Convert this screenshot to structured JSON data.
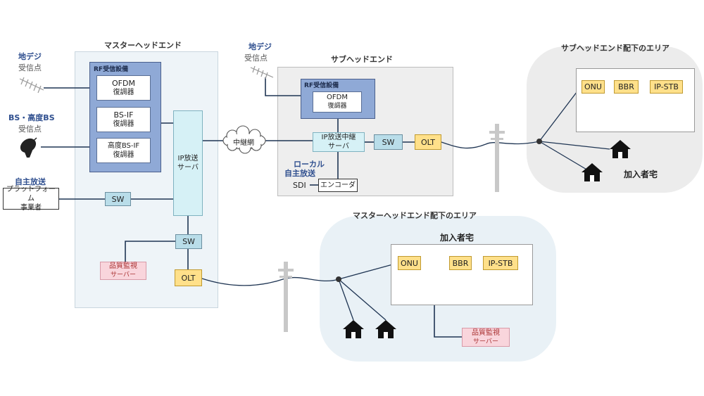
{
  "master": {
    "title": "マスターヘッドエンド",
    "rf_label": "RF受信設備",
    "ofdm": [
      "OFDM",
      "復調器"
    ],
    "bsif": [
      "BS-IF",
      "復調器"
    ],
    "advbsif": [
      "高度BS-IF",
      "復調器"
    ],
    "ip_server": [
      "IP放送",
      "サーバ"
    ],
    "sw": "SW",
    "sw2": "SW",
    "olt": "OLT",
    "monitor": [
      "品質監視",
      "サーバー"
    ]
  },
  "sources": {
    "terrestrial_label": "地デジ",
    "terrestrial_sub": "受信点",
    "bs_label": "BS・高度BS",
    "bs_sub": "受信点",
    "own_label": "自主放送",
    "platform": [
      "プラットフォーム",
      "事業者"
    ]
  },
  "relay_net": "中継網",
  "sub": {
    "title": "サブヘッドエンド",
    "terrestrial_label": "地デジ",
    "terrestrial_sub": "受信点",
    "rf_label": "RF受信設備",
    "ofdm": [
      "OFDM",
      "復調器"
    ],
    "relay_server": [
      "IP放送中継",
      "サーバ"
    ],
    "sw": "SW",
    "olt": "OLT",
    "local_label": [
      "ローカル",
      "自主放送"
    ],
    "sdi": "SDI",
    "encoder": "エンコーダ"
  },
  "sub_area": {
    "title": "サブヘッドエンド配下のエリア",
    "onu": "ONU",
    "bbr": "BBR",
    "stb": "IP-STB",
    "subscriber": "加入者宅"
  },
  "master_area": {
    "title": "マスターヘッドエンド配下のエリア",
    "subscriber": "加入者宅",
    "onu": "ONU",
    "bbr": "BBR",
    "stb": "IP-STB",
    "monitor": [
      "品質監視",
      "サーバー"
    ]
  }
}
